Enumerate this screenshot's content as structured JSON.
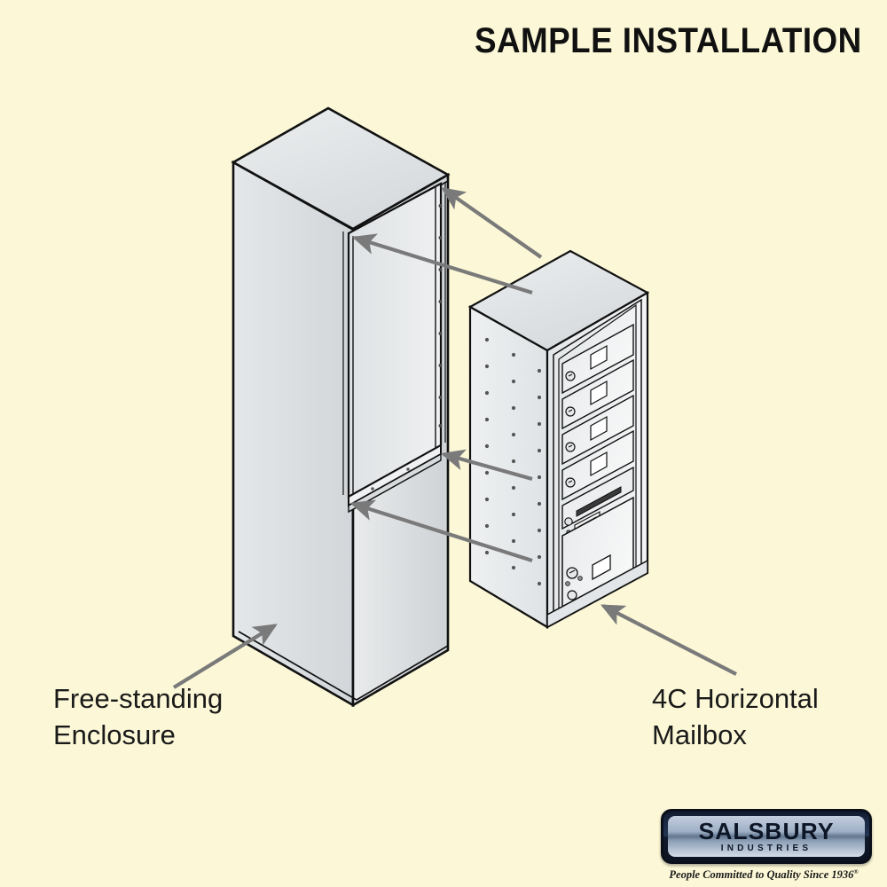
{
  "page": {
    "background_color": "#fcf8d7",
    "title": "SAMPLE INSTALLATION"
  },
  "callouts": {
    "enclosure": {
      "label": "Free-standing\nEnclosure",
      "target": "free-standing enclosure cabinet"
    },
    "mailbox": {
      "label": "4C Horizontal\nMailbox",
      "target": "4C horizontal mailbox unit"
    }
  },
  "illustration": {
    "style": "isometric line drawing",
    "line_color": "#111111",
    "arrow_color": "#7a7a7a",
    "metal_light": "#f2f2f2",
    "metal_mid": "#dcdcdc",
    "metal_dark": "#c2c2c2",
    "enclosure": {
      "name": "free-standing enclosure",
      "description": "tall rectangular cabinet with open front recess"
    },
    "mailbox": {
      "name": "4C horizontal mailbox",
      "tenant_doors": 4,
      "outgoing_mail_compartment": 1,
      "parcel_locker_doors": 1,
      "side_panel_mounting_holes": true
    },
    "arrows": [
      {
        "name": "arrow-to-enclosure-top-right",
        "points_to": "enclosure recess top right corner"
      },
      {
        "name": "arrow-to-enclosure-top-left",
        "points_to": "enclosure recess top left corner"
      },
      {
        "name": "arrow-to-enclosure-shelf-right",
        "points_to": "enclosure recess shelf right corner"
      },
      {
        "name": "arrow-to-enclosure-shelf-left",
        "points_to": "enclosure recess shelf left corner"
      },
      {
        "name": "arrow-from-enclosure-caption",
        "points_to": "enclosure front panel"
      },
      {
        "name": "arrow-from-mailbox-caption",
        "points_to": "mailbox lower frame"
      }
    ]
  },
  "logo": {
    "brand": "SALSBURY",
    "sub": "INDUSTRIES",
    "tagline": "People Committed to Quality Since 1936",
    "registered_mark": "®"
  }
}
